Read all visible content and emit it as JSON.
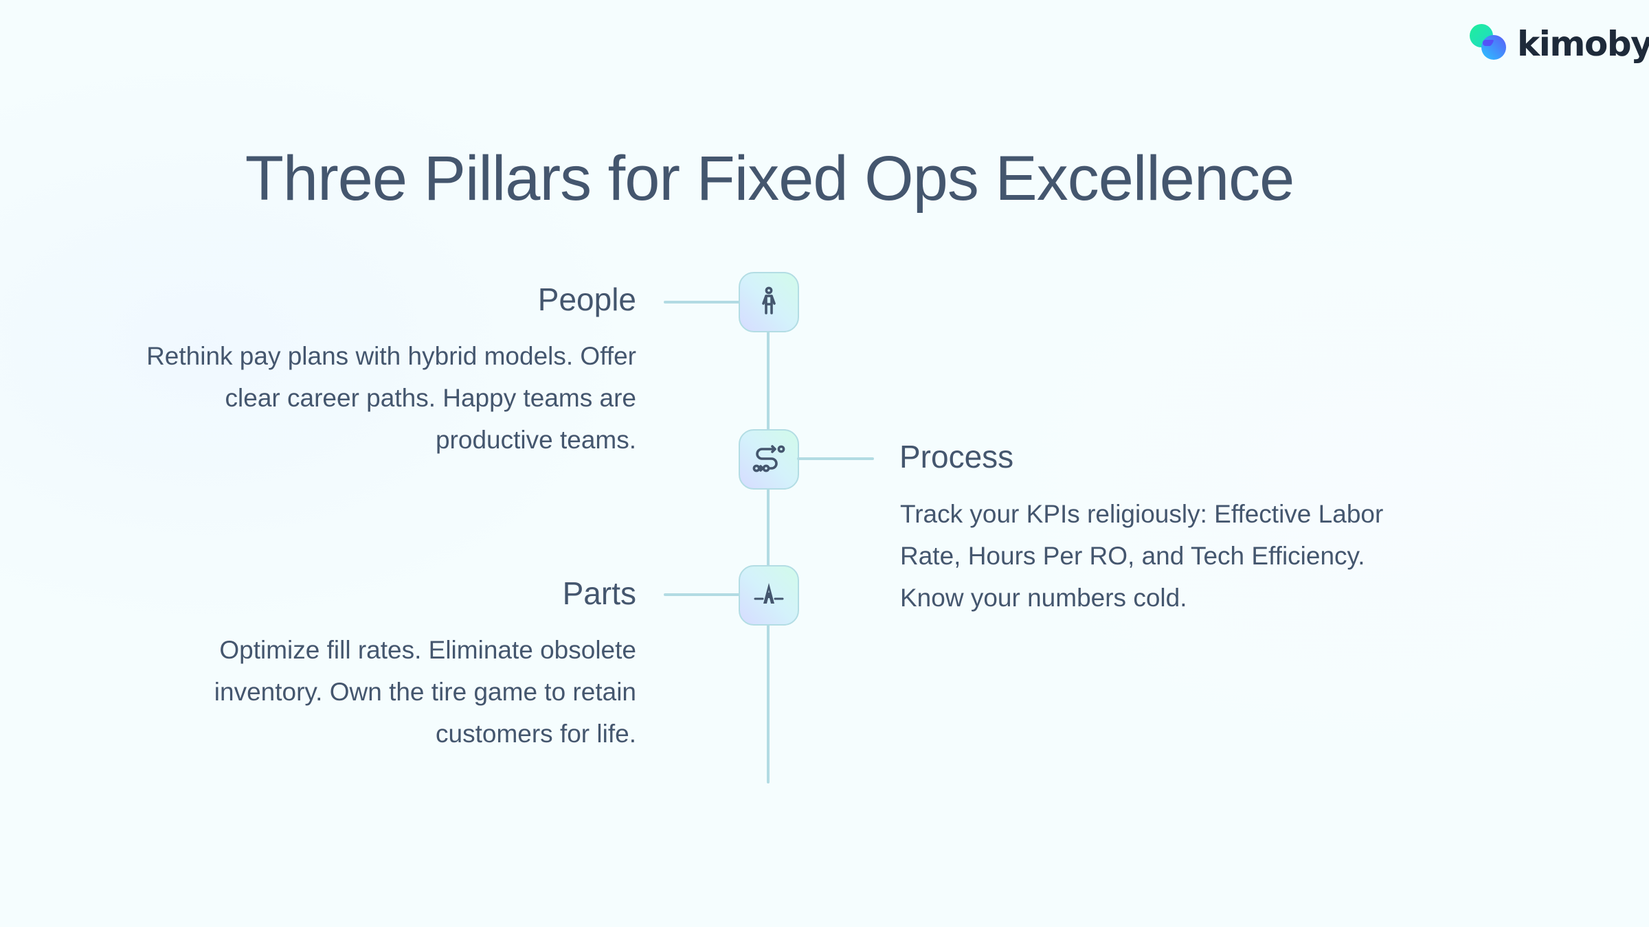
{
  "brand": {
    "logo_text": "kimoby",
    "colors": {
      "green": "#1ee8a0",
      "blue": "#3aa0ff",
      "purple": "#5b3cf5",
      "text": "#1e2a3a"
    }
  },
  "slide": {
    "title": "Three Pillars for Fixed Ops Excellence"
  },
  "pillars": [
    {
      "icon": "person-icon",
      "heading": "People",
      "body_lines": [
        "Rethink pay plans with hybrid models. Offer",
        "clear career paths. Happy teams are",
        "productive teams."
      ],
      "side": "left"
    },
    {
      "icon": "route-icon",
      "heading": "Process",
      "body_lines": [
        "Track your KPIs religiously: Effective Labor",
        "Rate, Hours Per RO, and Tech Efficiency.",
        "Know your numbers cold."
      ],
      "side": "right"
    },
    {
      "icon": "road-icon",
      "heading": "Parts",
      "body_lines": [
        "Optimize fill rates. Eliminate obsolete",
        "inventory. Own the tire game to retain",
        "customers for life."
      ],
      "side": "left"
    }
  ],
  "theme": {
    "background": "#f5fdfe",
    "text": "#44566e",
    "timeline_line": "#b2dbe3",
    "node_border": "#b3dde4"
  }
}
